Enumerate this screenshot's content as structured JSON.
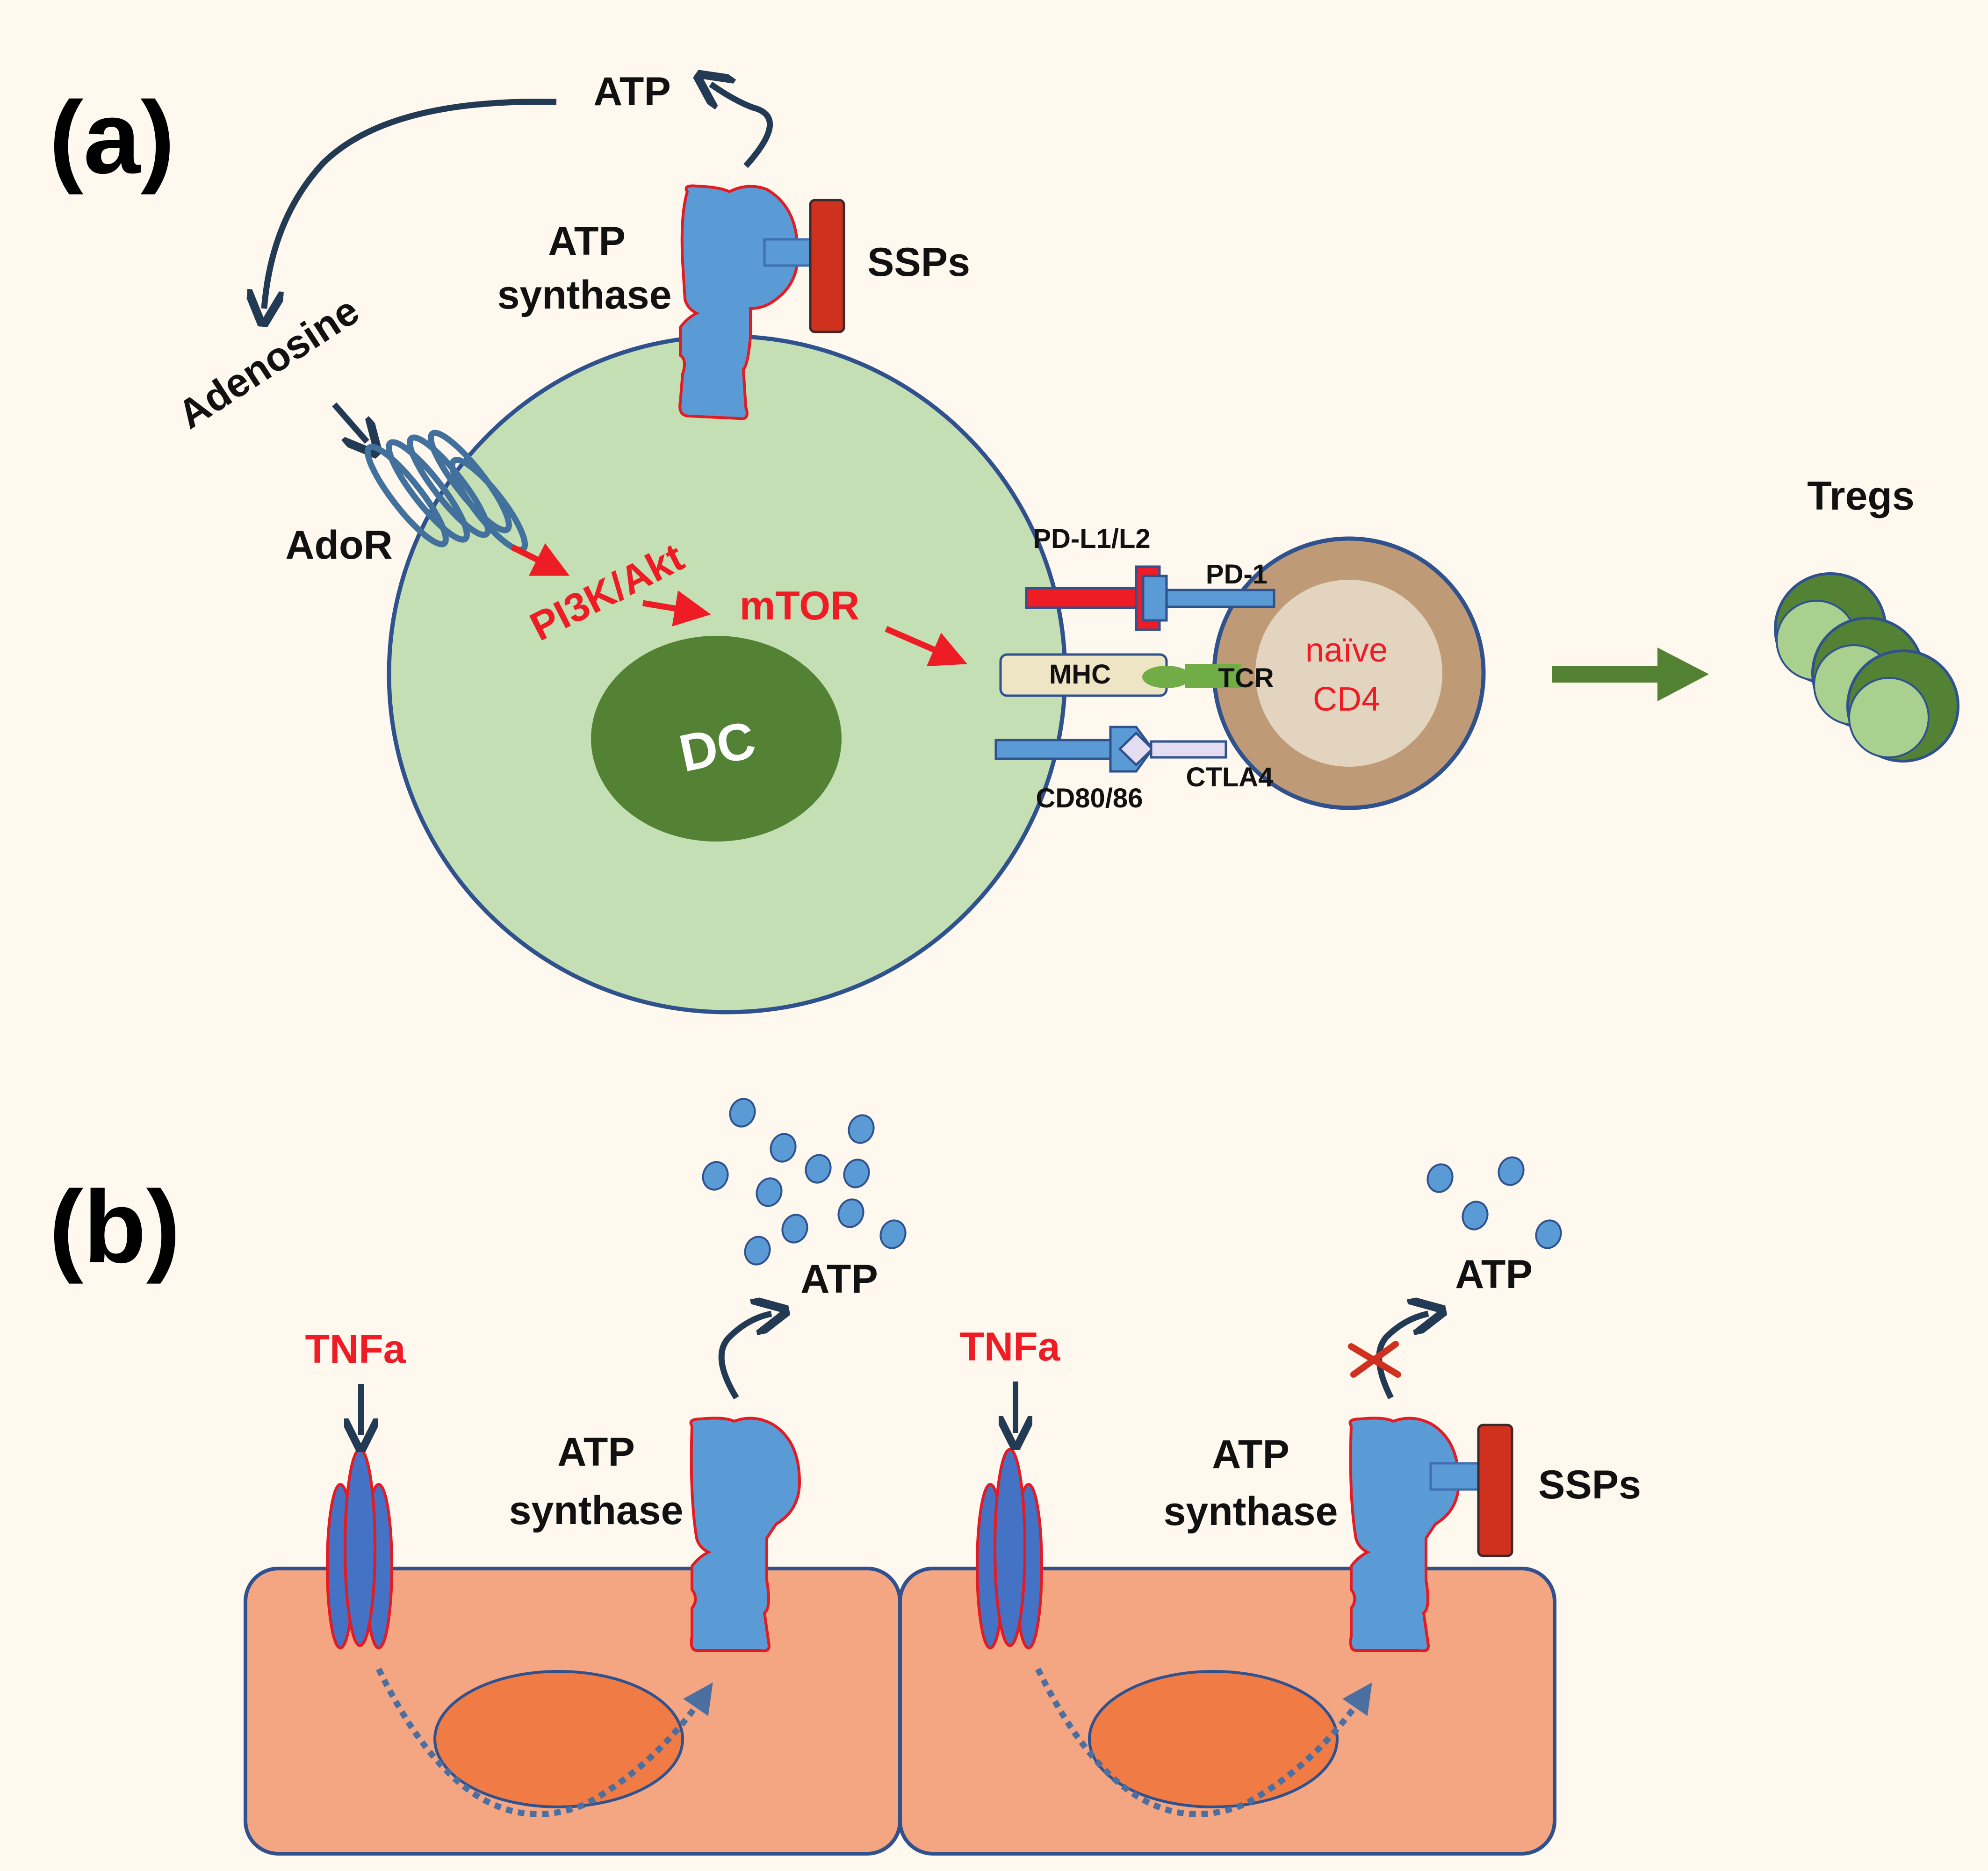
{
  "panels": {
    "a": "(a)",
    "b": "(b)"
  },
  "labels": {
    "atp_top": "ATP",
    "atp_synthase_line1": "ATP",
    "atp_synthase_line2": "synthase",
    "ssps": "SSPs",
    "adenosine": "Adenosine",
    "ador": "AdoR",
    "pi3k_akt": "PI3K/Akt",
    "mtor": "mTOR",
    "dc": "DC",
    "pdl1_l2": "PD-L1/L2",
    "pd1": "PD-1",
    "mhc": "MHC",
    "tcr": "TCR",
    "cd80_86": "CD80/86",
    "ctla4": "CTLA4",
    "naive_line1": "naïve",
    "naive_line2": "CD4",
    "tregs": "Tregs",
    "tnfa_left": "TNFa",
    "tnfa_right": "TNFa",
    "atp_b_left": "ATP",
    "atp_b_right": "ATP",
    "atp_synthase_b_left_1": "ATP",
    "atp_synthase_b_left_2": "synthase",
    "atp_synthase_b_right_1": "ATP",
    "atp_synthase_b_right_2": "synthase",
    "ssps_b": "SSPs"
  },
  "colors": {
    "background": "#fff8ee",
    "dc_cell": "#c5dfb4",
    "dc_nucleus": "#548235",
    "outline": "#2f528f",
    "red_text": "#ee1c24",
    "atp_synthase": "#5b9bd5",
    "ssp_bar": "#d0311e",
    "naive_outer": "#bf9a77",
    "naive_inner": "#e2d4bf",
    "treg_outer": "#548235",
    "treg_inner": "#a9d08e",
    "epithelial_cell": "#f4a582",
    "epithelial_nucleus": "#f07b45",
    "tnf_receptor": "#4472c4",
    "green_arrow": "#548235"
  }
}
